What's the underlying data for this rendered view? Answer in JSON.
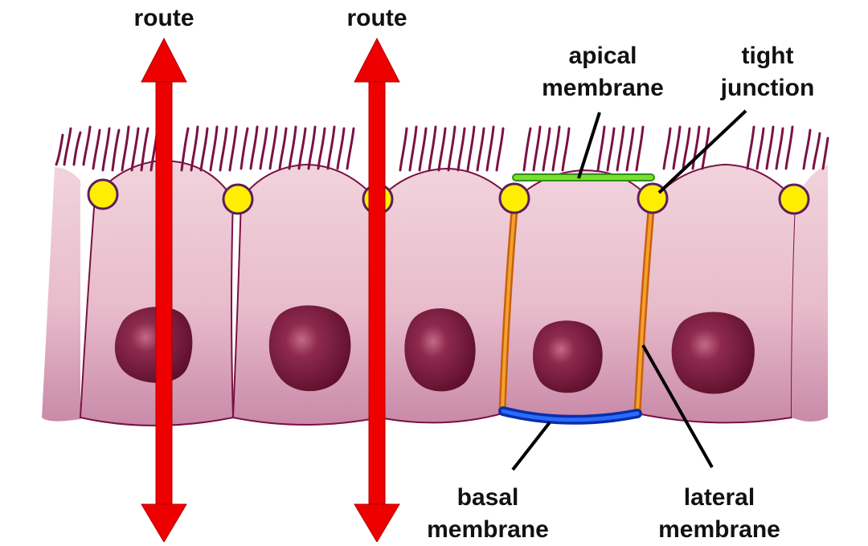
{
  "labels": {
    "route_left": "route",
    "route_right": "route",
    "apical_line1": "apical",
    "apical_line2": "membrane",
    "tight_line1": "tight",
    "tight_line2": "junction",
    "basal_line1": "basal",
    "basal_line2": "membrane",
    "lateral_line1": "lateral",
    "lateral_line2": "membrane"
  },
  "colors": {
    "cell_fill": "#e6b4c6",
    "cell_outline": "#7a1244",
    "nucleus": "#7a1a3c",
    "tight_junction": "#ffee00",
    "apical_membrane": "#66dd22",
    "lateral_membrane": "#ee8820",
    "basal_membrane": "#1144ee",
    "route_arrow": "#ee0000"
  },
  "icons": {
    "route_arrow": "double-headed-vertical-arrow",
    "tight_junction": "yellow-circle-marker"
  }
}
